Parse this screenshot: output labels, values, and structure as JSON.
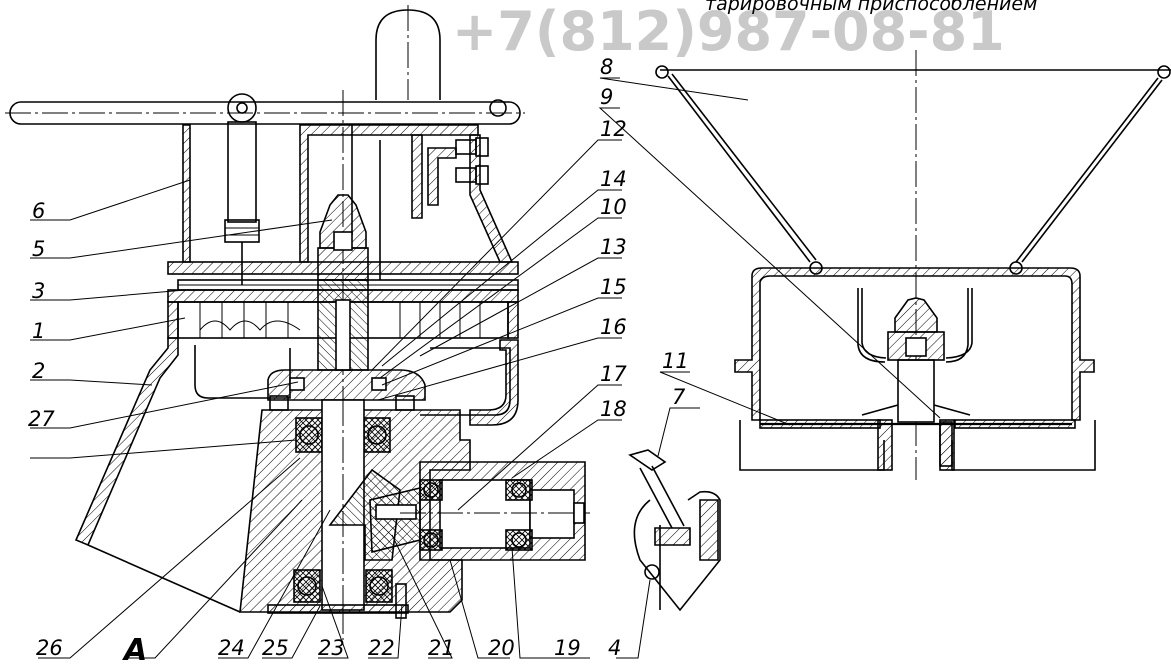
{
  "header": {
    "watermark_phone": "+7(812)987-08-81",
    "caption": "тарировочным приспособлением"
  },
  "view_label": "A",
  "callouts": {
    "c1": "1",
    "c2": "2",
    "c3": "3",
    "c4": "4",
    "c5": "5",
    "c6": "6",
    "c7": "7",
    "c8": "8",
    "c9": "9",
    "c10": "10",
    "c11": "11",
    "c12": "12",
    "c13": "13",
    "c14": "14",
    "c15": "15",
    "c16": "16",
    "c17": "17",
    "c18": "18",
    "c19": "19",
    "c20": "20",
    "c21": "21",
    "c22": "22",
    "c23": "23",
    "c24": "24",
    "c25": "25",
    "c26": "26",
    "c27": "27"
  }
}
